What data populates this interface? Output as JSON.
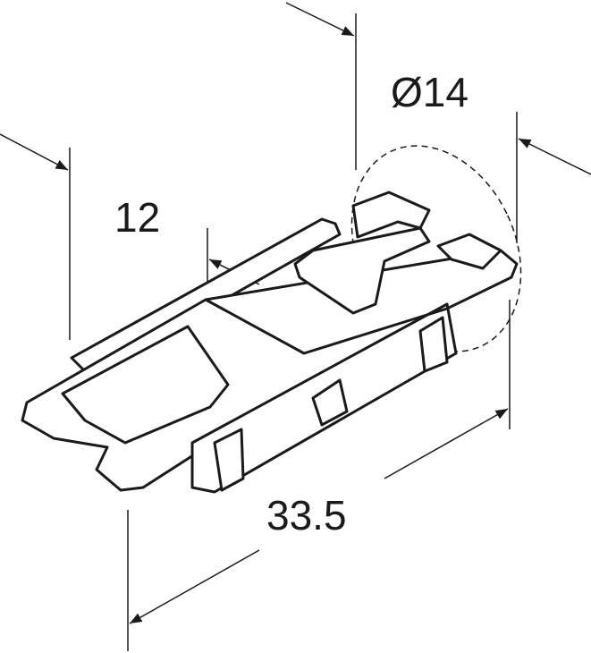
{
  "dimensions": {
    "width_label": "12",
    "diameter_label": "Ø14",
    "length_label": "33.5"
  },
  "colors": {
    "line": "#1a1a1a",
    "background": "#ffffff"
  }
}
